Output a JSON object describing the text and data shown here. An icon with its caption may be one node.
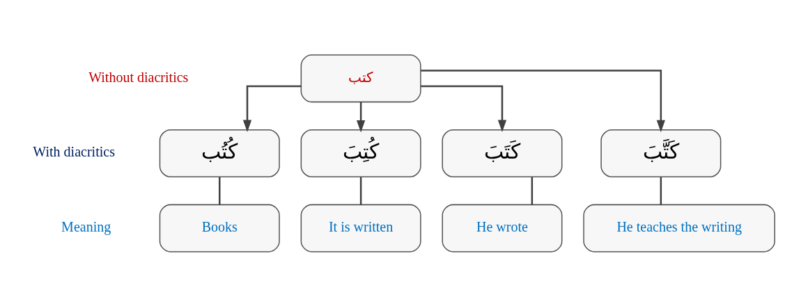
{
  "diagram": {
    "nodes": [
      {
        "text": [
          "كتب"
        ]
      },
      {
        "text": [
          "كَتَبَ"
        ]
      },
      {
        "text": [
          "كَتَّبَ"
        ]
      },
      {
        "text": [
          "كُتُب"
        ]
      },
      {
        "text": [
          "كُتِبَ"
        ]
      },
      {
        "text": [
          "He wrote"
        ]
      },
      {
        "text": [
          "He teaches the writing"
        ]
      },
      {
        "text": [
          "Books"
        ]
      },
      {
        "text": [
          "It is written"
        ]
      }
    ],
    "edges": [
      {
        "from": 0,
        "to": 1,
        "arrow": "to"
      },
      {
        "from": 0,
        "to": 2,
        "arrow": "to"
      },
      {
        "from": 0,
        "to": 3,
        "arrow": "to"
      },
      {
        "from": 0,
        "to": 4,
        "arrow": "to"
      },
      {
        "from": 1,
        "to": 5,
        "arrow": "none"
      },
      {
        "from": 2,
        "to": 6,
        "arrow": "none"
      },
      {
        "from": 3,
        "to": 7,
        "arrow": "none"
      },
      {
        "from": 4,
        "to": 8,
        "arrow": "none"
      }
    ],
    "labels": [
      "Without diacritics",
      "With diacritics",
      "Meaning"
    ]
  }
}
